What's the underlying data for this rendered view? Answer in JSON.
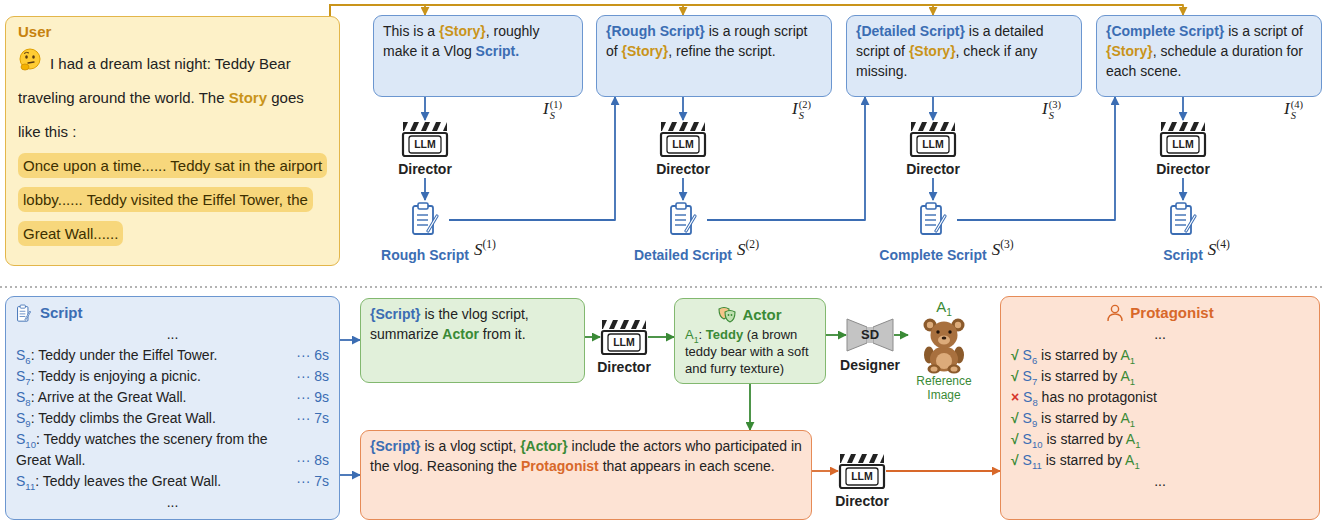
{
  "diagram": {
    "nodes": [
      {
        "text": [
          "User",
          "I had a dream last night: Teddy Bear traveling around the world. The Story goes like this :",
          "Once upon a time...... Teddy sat in the airport lobby...... Teddy visited the Eiffel Tower, the Great Wall......"
        ]
      },
      {
        "text": [
          "This is a {Story}, roughly make it a Vlog Script."
        ]
      },
      {
        "text": [
          "LLM",
          "Director"
        ]
      },
      {
        "text": [
          "Rough Script",
          "S(1)"
        ]
      },
      {
        "text": [
          "{Rough Script} is a rough script of {Story}, refine the script."
        ]
      },
      {
        "text": [
          "LLM",
          "Director"
        ]
      },
      {
        "text": [
          "Detailed Script",
          "S(2)"
        ]
      },
      {
        "text": [
          "{Detailed Script} is a detailed script of {Story}, check if any missing."
        ]
      },
      {
        "text": [
          "LLM",
          "Director"
        ]
      },
      {
        "text": [
          "Complete Script",
          "S(3)"
        ]
      },
      {
        "text": [
          "{Complete Script} is a script of {Story}, schedule a duration for each scene."
        ]
      },
      {
        "text": [
          "LLM",
          "Director"
        ]
      },
      {
        "text": [
          "Script",
          "S(4)"
        ]
      },
      {
        "text": [
          "Script",
          "...",
          "S6: Teddy under the Eiffel Tower.",
          "··· 6s",
          "S7: Teddy is enjoying a picnic.",
          "··· 8s",
          "S8: Arrive at the Great Wall.",
          "··· 9s",
          "S9: Teddy climbs the Great Wall.",
          "··· 7s",
          "S10: Teddy watches the scenery from the Great Wall.",
          "··· 8s",
          "S11: Teddy leaves the Great Wall.",
          "··· 7s",
          "..."
        ]
      },
      {
        "text": [
          "{Script} is the vlog script, summarize Actor from it."
        ]
      },
      {
        "text": [
          "LLM",
          "Director"
        ]
      },
      {
        "text": [
          "Actor",
          "A1: Teddy (a brown teddy bear with a soft and furry texture)"
        ]
      },
      {
        "text": [
          "SD",
          "Designer"
        ]
      },
      {
        "text": [
          "A1",
          "Reference Image"
        ]
      },
      {
        "text": [
          "{Script} is a vlog sctipt, {Actor} include the actors who participated in the vlog. Reasoning the Protagonist that appears in each scene."
        ]
      },
      {
        "text": [
          "LLM",
          "Director"
        ]
      },
      {
        "text": [
          "Protagonist",
          "...",
          "√ S6 is starred by A1",
          "√ S7 is starred by A1",
          "× S8 has no protagonist",
          "√ S9 is starred by A1",
          "√ S10 is starred by A1",
          "√ S11 is starred by A1",
          "..."
        ]
      }
    ],
    "edges": [
      {
        "from": 0,
        "to": 1,
        "arrow": "to"
      },
      {
        "from": 0,
        "to": 4,
        "arrow": "to"
      },
      {
        "from": 0,
        "to": 7,
        "arrow": "to"
      },
      {
        "from": 0,
        "to": 10,
        "arrow": "to"
      },
      {
        "from": 1,
        "to": 2,
        "arrow": "to"
      },
      {
        "from": 2,
        "to": 3,
        "arrow": "to"
      },
      {
        "from": 3,
        "to": 4,
        "arrow": "to"
      },
      {
        "from": 4,
        "to": 5,
        "arrow": "to"
      },
      {
        "from": 5,
        "to": 6,
        "arrow": "to"
      },
      {
        "from": 6,
        "to": 7,
        "arrow": "to"
      },
      {
        "from": 7,
        "to": 8,
        "arrow": "to"
      },
      {
        "from": 8,
        "to": 9,
        "arrow": "to"
      },
      {
        "from": 9,
        "to": 10,
        "arrow": "to"
      },
      {
        "from": 10,
        "to": 11,
        "arrow": "to"
      },
      {
        "from": 11,
        "to": 12,
        "arrow": "to"
      },
      {
        "from": 13,
        "to": 14,
        "arrow": "to"
      },
      {
        "from": 13,
        "to": 19,
        "arrow": "to"
      },
      {
        "from": 14,
        "to": 15,
        "arrow": "to"
      },
      {
        "from": 15,
        "to": 16,
        "arrow": "to"
      },
      {
        "from": 16,
        "to": 17,
        "arrow": "to"
      },
      {
        "from": 17,
        "to": 18,
        "arrow": "to"
      },
      {
        "from": 16,
        "to": 19,
        "arrow": "to"
      },
      {
        "from": 19,
        "to": 20,
        "arrow": "to"
      },
      {
        "from": 20,
        "to": 21,
        "arrow": "to"
      }
    ],
    "labels": [
      "IS(1)",
      "IS(2)",
      "IS(3)",
      "IS(4)"
    ]
  }
}
